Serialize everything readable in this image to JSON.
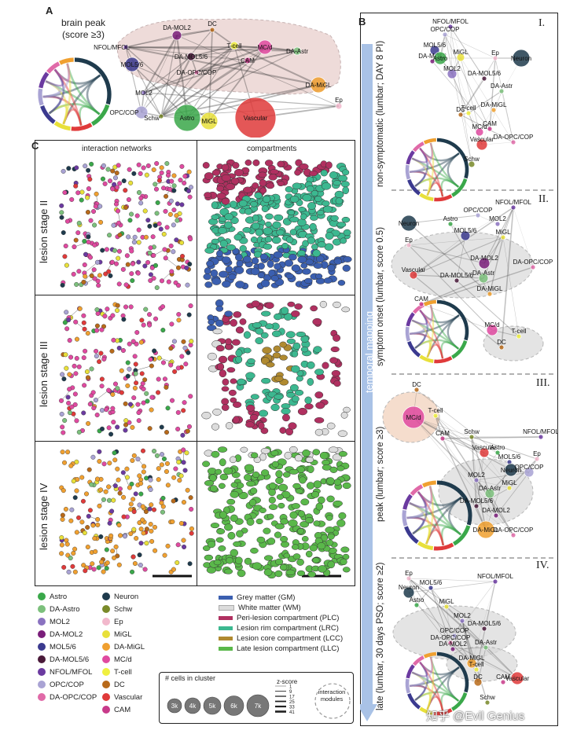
{
  "panelA": {
    "letter": "A",
    "title_line1": "brain peak",
    "title_line2": "(score ≥3)",
    "nodes": [
      "DC",
      "DA-MOL2",
      "NFOL/MFOL",
      "MOL5/6",
      "DA-MOL5/6",
      "T-cell",
      "MC/d",
      "CAM",
      "DA-Astr",
      "DA-OPC/COP",
      "MOL2",
      "OPC/COP",
      "Schw",
      "Astro",
      "MiGL",
      "Vascular",
      "DA-MiGL",
      "Ep"
    ]
  },
  "panelB": {
    "letter": "B",
    "axis_label": "temporal mapping",
    "stages": [
      {
        "roman": "I.",
        "label": "non-symptomatic (lumbar; DAY 8 PI)",
        "nodes": [
          "NFOL/MFOL",
          "OPC/COP",
          "MOL5/6",
          "DA-MOL2",
          "Astro",
          "MiGL",
          "Ep",
          "Neuron",
          "MOL2",
          "DA-MOL5/6",
          "DA-Astr",
          "DA-MiGL",
          "DC",
          "T-cell",
          "CAM",
          "MC/d",
          "Vascular",
          "DA-OPC/COP",
          "Schw"
        ]
      },
      {
        "roman": "II.",
        "label": "symptom onset (lumbar, score 0.5)",
        "nodes": [
          "NFOL/MFOL",
          "OPC/COP",
          "Neuron",
          "Astro",
          "MOL2",
          "MOL5/6",
          "MiGL",
          "Ep",
          "DA-MOL2",
          "DA-OPC/COP",
          "Vascular",
          "DA-MOL5/6",
          "DA-Astr",
          "DA-MiGL",
          "CAM",
          "MC/d",
          "T-cell",
          "DC"
        ]
      },
      {
        "roman": "III.",
        "label": "peak (lumbar; score ≥3)",
        "nodes": [
          "DC",
          "MC/d",
          "T-cell",
          "CAM",
          "Schw",
          "Vascular",
          "Astro",
          "NFOL/MFOL",
          "MOL5/6",
          "Ep",
          "Neuron",
          "OPC/COP",
          "MOL2",
          "MiGL",
          "DA-Astr",
          "DA-MOL5/6",
          "DA-MOL2",
          "DA-MiGL",
          "DA-OPC/COP"
        ]
      },
      {
        "roman": "IV.",
        "label": "late (lumbar, 30 days PSO; score ≥2)",
        "nodes": [
          "Ep",
          "Neuron",
          "MOL5/6",
          "NFOL/MFOL",
          "Astro",
          "MiGL",
          "MOL2",
          "DA-MOL5/6",
          "OPC/COP",
          "DA-OPC/COP",
          "DA-MOL2",
          "DA-Astr",
          "DA-MiGL",
          "T-cell",
          "DC",
          "CAM",
          "Vascular",
          "Schw"
        ]
      }
    ]
  },
  "panelC": {
    "letter": "C",
    "col1": "interaction networks",
    "col2": "compartments",
    "rows": [
      "lesion stage II",
      "lesion stage III",
      "lesion stage IV"
    ]
  },
  "legend": {
    "col1": [
      {
        "name": "Astro",
        "color": "#3aa84a"
      },
      {
        "name": "DA-Astro",
        "color": "#7cc07c"
      },
      {
        "name": "MOL2",
        "color": "#8a72c0"
      },
      {
        "name": "DA-MOL2",
        "color": "#7a1e7a"
      },
      {
        "name": "MOL5/6",
        "color": "#3b3a8f"
      },
      {
        "name": "DA-MOL5/6",
        "color": "#4a1a3a"
      },
      {
        "name": "NFOL/MFOL",
        "color": "#6b3aa0"
      },
      {
        "name": "OPC/COP",
        "color": "#a9a3d4"
      },
      {
        "name": "DA-OPC/COP",
        "color": "#e06aa8"
      }
    ],
    "col2": [
      {
        "name": "Neuron",
        "color": "#1f3b4d"
      },
      {
        "name": "Schw",
        "color": "#7a8a2a"
      },
      {
        "name": "Ep",
        "color": "#f2b8cc"
      },
      {
        "name": "MiGL",
        "color": "#e8e03a"
      },
      {
        "name": "DA-MiGL",
        "color": "#f0a030"
      },
      {
        "name": "MC/d",
        "color": "#e04aa0"
      },
      {
        "name": "T-cell",
        "color": "#f0f040"
      },
      {
        "name": "DC",
        "color": "#b86a1a"
      },
      {
        "name": "Vascular",
        "color": "#e03a3a"
      },
      {
        "name": "CAM",
        "color": "#c83a8a"
      }
    ],
    "compartments": [
      {
        "name": "Grey matter (GM)",
        "color": "#3b5fb0"
      },
      {
        "name": "White matter (WM)",
        "color": "#dcdcdc"
      },
      {
        "name": "Peri-lesion compartment (PLC)",
        "color": "#b03060"
      },
      {
        "name": "Lesion rim compartment (LRC)",
        "color": "#3cb890"
      },
      {
        "name": "Lesion core compartment (LCC)",
        "color": "#b08a30"
      },
      {
        "name": "Late lesion compartment (LLC)",
        "color": "#5ab84a"
      }
    ],
    "size_title": "# cells in cluster",
    "sizes": [
      "3k",
      "4k",
      "5k",
      "6k",
      "7k"
    ],
    "zscore_title": "z-score",
    "zscores": [
      "1",
      "9",
      "17",
      "25",
      "33",
      "41"
    ],
    "modules_label": "interaction modules"
  },
  "watermark": "知乎 @Evil Genius"
}
